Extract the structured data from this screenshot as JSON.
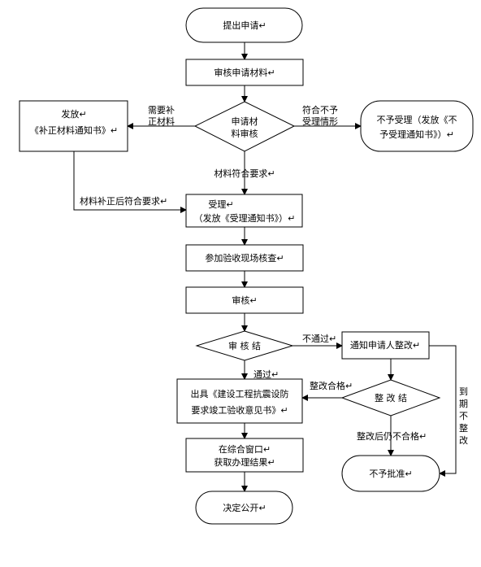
{
  "nodes": {
    "submit_application": "提出申请↵",
    "review_materials": "审核申请材料↵",
    "issue_supplement_l1": "发放↵",
    "issue_supplement_l2": "《补正材料通知书》↵",
    "material_review_l1": "申请材",
    "material_review_l2": "料审核",
    "reject_l1": "不予受理（发放《不",
    "reject_l2": "予受理通知书》）↵",
    "accept_l1": "受理↵",
    "accept_l2": "（发放《受理通知书》）↵",
    "site_inspection": "参加验收现场核查↵",
    "audit": "审核↵",
    "audit_result": "审 核 结",
    "notify_rectify": "通知申请人整改↵",
    "rectify_result": "整 改 结",
    "issue_opinion_l1": "出具《建设工程抗震设防",
    "issue_opinion_l2": "要求竣工验收意见书》↵",
    "get_result_l1": "在综合窗口↵",
    "get_result_l2": "获取办理结果↵",
    "not_approved": "不予批准↵",
    "decision_public": "决定公开↵"
  },
  "labels": {
    "need_supplement_l1": "需要补",
    "need_supplement_l2": "正材料",
    "not_meet_l1": "符合不予",
    "not_meet_l2": "受理情形",
    "meets_requirements": "材料符合要求↵",
    "supplement_ok": "材料补正后符合要求↵",
    "not_passed": "不通过↵",
    "passed": "通过↵",
    "rectify_ok": "整改合格↵",
    "still_fail": "整改后仍不合格↵",
    "timeout_c1": "到",
    "timeout_c2": "期",
    "timeout_c3": "不",
    "timeout_c4": "整",
    "timeout_c5": "改"
  }
}
